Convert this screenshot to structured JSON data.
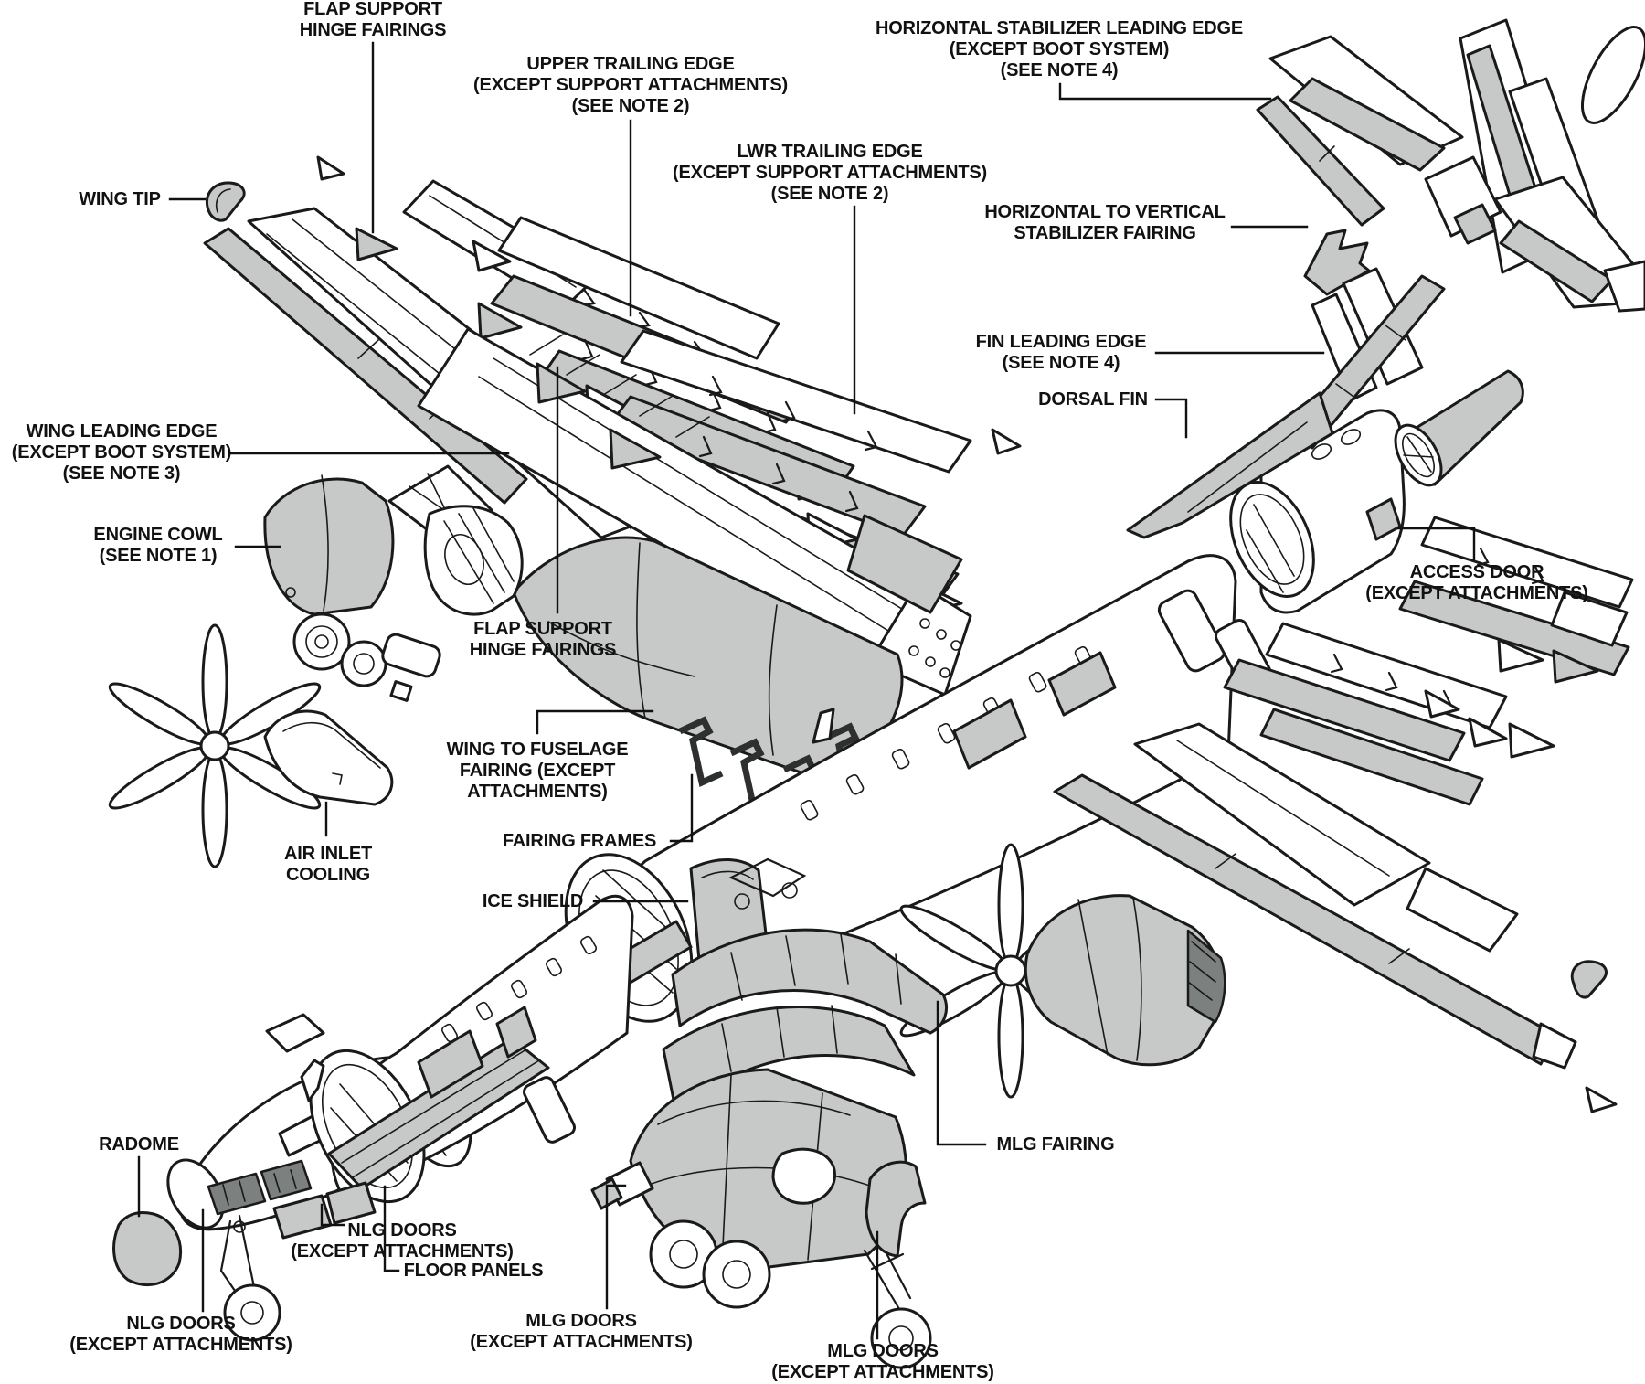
{
  "diagram": {
    "title": "Aircraft composite components exploded-view diagram",
    "type": "exploded-view-technical-illustration",
    "colors": {
      "ink": "#1a1a1a",
      "part_fill": "#c6c9c7",
      "background": "#ffffff"
    },
    "labels": [
      {
        "id": "flap-support-hinge-fairings-top",
        "lines": [
          "FLAP SUPPORT",
          "HINGE FAIRINGS"
        ]
      },
      {
        "id": "upper-trailing-edge",
        "lines": [
          "UPPER TRAILING EDGE",
          "(EXCEPT SUPPORT ATTACHMENTS)",
          "(SEE NOTE 2)"
        ]
      },
      {
        "id": "horizontal-stabilizer-leading-edge",
        "lines": [
          "HORIZONTAL STABILIZER LEADING EDGE",
          "(EXCEPT BOOT SYSTEM)",
          "(SEE NOTE 4)"
        ]
      },
      {
        "id": "lwr-trailing-edge",
        "lines": [
          "LWR TRAILING EDGE",
          "(EXCEPT SUPPORT ATTACHMENTS)",
          "(SEE NOTE 2)"
        ]
      },
      {
        "id": "wing-tip",
        "lines": [
          "WING TIP"
        ]
      },
      {
        "id": "horizontal-to-vertical-stabilizer-fairing",
        "lines": [
          "HORIZONTAL TO VERTICAL",
          "STABILIZER FAIRING"
        ]
      },
      {
        "id": "fin-leading-edge",
        "lines": [
          "FIN LEADING EDGE",
          "(SEE NOTE 4)"
        ]
      },
      {
        "id": "dorsal-fin",
        "lines": [
          "DORSAL FIN"
        ]
      },
      {
        "id": "wing-leading-edge",
        "lines": [
          "WING LEADING EDGE",
          "(EXCEPT BOOT SYSTEM)",
          "(SEE NOTE 3)"
        ]
      },
      {
        "id": "engine-cowl",
        "lines": [
          "ENGINE COWL",
          "(SEE NOTE 1)"
        ]
      },
      {
        "id": "flap-support-hinge-fairings-mid",
        "lines": [
          "FLAP SUPPORT",
          "HINGE FAIRINGS"
        ]
      },
      {
        "id": "wing-to-fuselage-fairing",
        "lines": [
          "WING TO FUSELAGE",
          "FAIRING (EXCEPT",
          "ATTACHMENTS)"
        ]
      },
      {
        "id": "fairing-frames",
        "lines": [
          "FAIRING FRAMES"
        ]
      },
      {
        "id": "air-inlet-cooling",
        "lines": [
          "AIR INLET",
          "COOLING"
        ]
      },
      {
        "id": "ice-shield",
        "lines": [
          "ICE SHIELD"
        ]
      },
      {
        "id": "access-door",
        "lines": [
          "ACCESS DOOR",
          "(EXCEPT ATTACHMENTS)"
        ]
      },
      {
        "id": "radome",
        "lines": [
          "RADOME"
        ]
      },
      {
        "id": "mlg-fairing",
        "lines": [
          "MLG FAIRING"
        ]
      },
      {
        "id": "floor-panels",
        "lines": [
          "FLOOR PANELS"
        ]
      },
      {
        "id": "nlg-doors-fwd",
        "lines": [
          "NLG DOORS",
          "(EXCEPT ATTACHMENTS)"
        ]
      },
      {
        "id": "nlg-doors-nose",
        "lines": [
          "NLG DOORS",
          "(EXCEPT ATTACHMENTS)"
        ]
      },
      {
        "id": "mlg-doors-left",
        "lines": [
          "MLG DOORS",
          "(EXCEPT ATTACHMENTS)"
        ]
      },
      {
        "id": "mlg-doors-right",
        "lines": [
          "MLG DOORS",
          "(EXCEPT ATTACHMENTS)"
        ]
      }
    ]
  }
}
